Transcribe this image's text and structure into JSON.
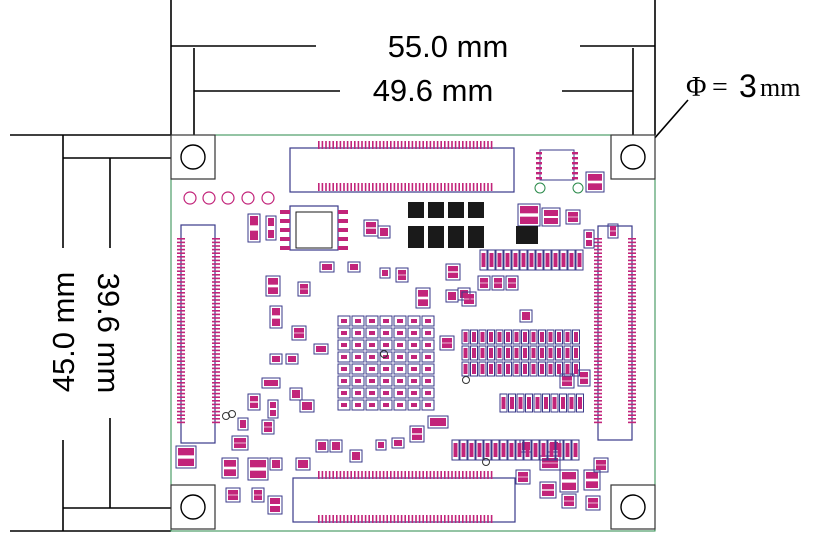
{
  "dimensions": {
    "overall_width": "55.0 mm",
    "inner_width": "49.6 mm",
    "overall_height": "45.0 mm",
    "inner_height": "39.6 mm",
    "hole_symbol": "Φ",
    "hole_equals": "=",
    "hole_value": "3",
    "hole_unit": "mm"
  },
  "colors": {
    "line": "#000000",
    "outline": "#2a8a4a",
    "silk": "#3a3a8a",
    "pad": "#c2247a"
  },
  "icons": [
    "mounting-hole-icon"
  ]
}
